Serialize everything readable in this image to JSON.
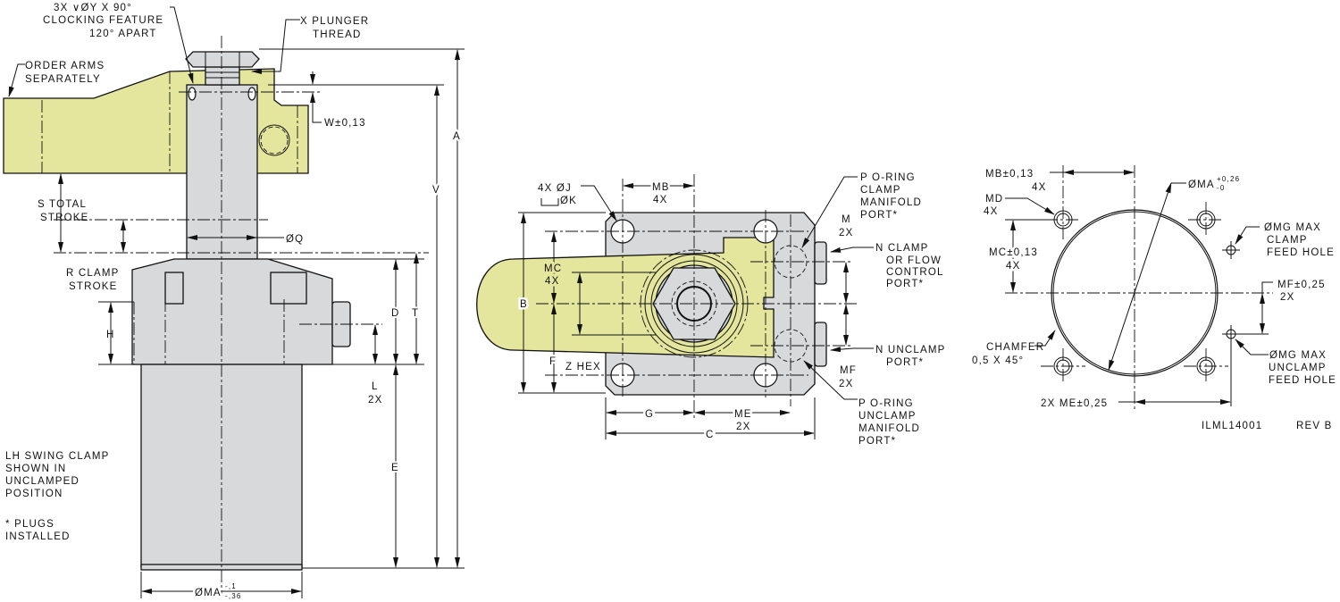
{
  "colors": {
    "arm": "#e4e69d",
    "body": "#d8d9db",
    "line": "#111111"
  },
  "side_view": {
    "clocking": [
      "3X ∨ØY X 90°",
      "CLOCKING FEATURE",
      "120° APART"
    ],
    "plunger_thread": [
      "X PLUNGER",
      "THREAD"
    ],
    "order_arms": [
      "ORDER ARMS",
      "SEPARATELY"
    ],
    "w": "W±0,13",
    "s": [
      "S TOTAL",
      "STROKE"
    ],
    "q": "ØQ",
    "r": [
      "R CLAMP",
      "STROKE"
    ],
    "h": "H",
    "l": [
      "L",
      "2X"
    ],
    "d": "D",
    "t": "T",
    "e": "E",
    "v": "V",
    "a": "A",
    "ma": "ØMA",
    "ma_tol": [
      "-,1",
      "-,36"
    ],
    "note": [
      "LH SWING CLAMP",
      "SHOWN IN",
      "UNCLAMPED",
      "POSITION"
    ],
    "plugs": [
      "* PLUGS",
      "INSTALLED"
    ]
  },
  "top_view": {
    "j": "4X ØJ",
    "k": "ØK",
    "mb": [
      "MB",
      "4X"
    ],
    "p_clamp": [
      "P O-RING",
      "CLAMP",
      "MANIFOLD",
      "PORT*"
    ],
    "m": [
      "M",
      "2X"
    ],
    "n_clamp": [
      "N CLAMP",
      "OR FLOW",
      "CONTROL",
      "PORT*"
    ],
    "mc": [
      "MC",
      "4X"
    ],
    "b": "B",
    "f": "F",
    "z": "Z HEX",
    "n_unclamp": [
      "N UNCLAMP",
      "PORT*"
    ],
    "mf": [
      "MF",
      "2X"
    ],
    "p_unclamp": [
      "P O-RING",
      "UNCLAMP",
      "MANIFOLD",
      "PORT*"
    ],
    "g": "G",
    "me": [
      "ME",
      "2X"
    ],
    "c": "C"
  },
  "manifold": {
    "mb": [
      "MB±0,13",
      "4X"
    ],
    "md": [
      "MD",
      "4X"
    ],
    "mc": [
      "MC±0,13",
      "4X"
    ],
    "ma": "ØMA",
    "ma_tol": [
      "+0,26",
      "-0"
    ],
    "mg_clamp": [
      "ØMG MAX",
      "CLAMP",
      "FEED HOLE"
    ],
    "mf": [
      "MF±0,25",
      "2X"
    ],
    "chamfer": [
      "CHAMFER",
      "0,5 X 45°"
    ],
    "mg_unclamp": [
      "ØMG MAX",
      "UNCLAMP",
      "FEED HOLE"
    ],
    "me": "2X ME±0,25",
    "drawing_no": "ILML14001",
    "rev": "REV B"
  }
}
